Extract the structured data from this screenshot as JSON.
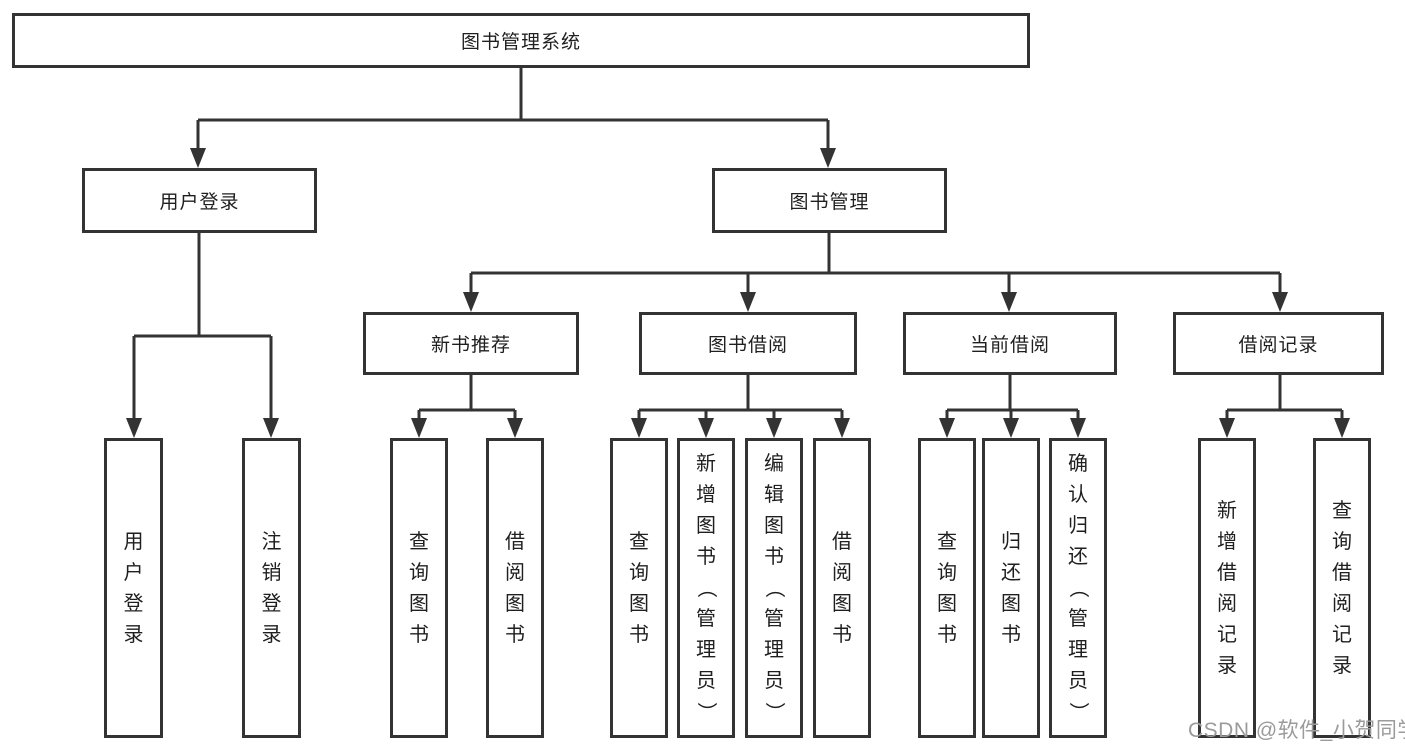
{
  "colors": {
    "line": "#333333",
    "text": "#1f1f1f",
    "watermark": "#9b9b9b",
    "background": "#ffffff"
  },
  "tree": {
    "root": {
      "label": "图书管理系统",
      "children": [
        {
          "label": "用户登录",
          "children": [
            {
              "label": "用户登录"
            },
            {
              "label": "注销登录"
            }
          ]
        },
        {
          "label": "图书管理",
          "children": [
            {
              "label": "新书推荐",
              "children": [
                {
                  "label": "查询图书"
                },
                {
                  "label": "借阅图书"
                }
              ]
            },
            {
              "label": "图书借阅",
              "children": [
                {
                  "label": "查询图书"
                },
                {
                  "label": "新增图书（管理员）"
                },
                {
                  "label": "编辑图书（管理员）"
                },
                {
                  "label": "借阅图书"
                }
              ]
            },
            {
              "label": "当前借阅",
              "children": [
                {
                  "label": "查询图书"
                },
                {
                  "label": "归还图书"
                },
                {
                  "label": "确认归还（管理员）"
                }
              ]
            },
            {
              "label": "借阅记录",
              "children": [
                {
                  "label": "新增借阅记录"
                },
                {
                  "label": "查询借阅记录"
                }
              ]
            }
          ]
        }
      ]
    }
  },
  "watermark": {
    "text": "CSDN @软件_小贺同学"
  }
}
